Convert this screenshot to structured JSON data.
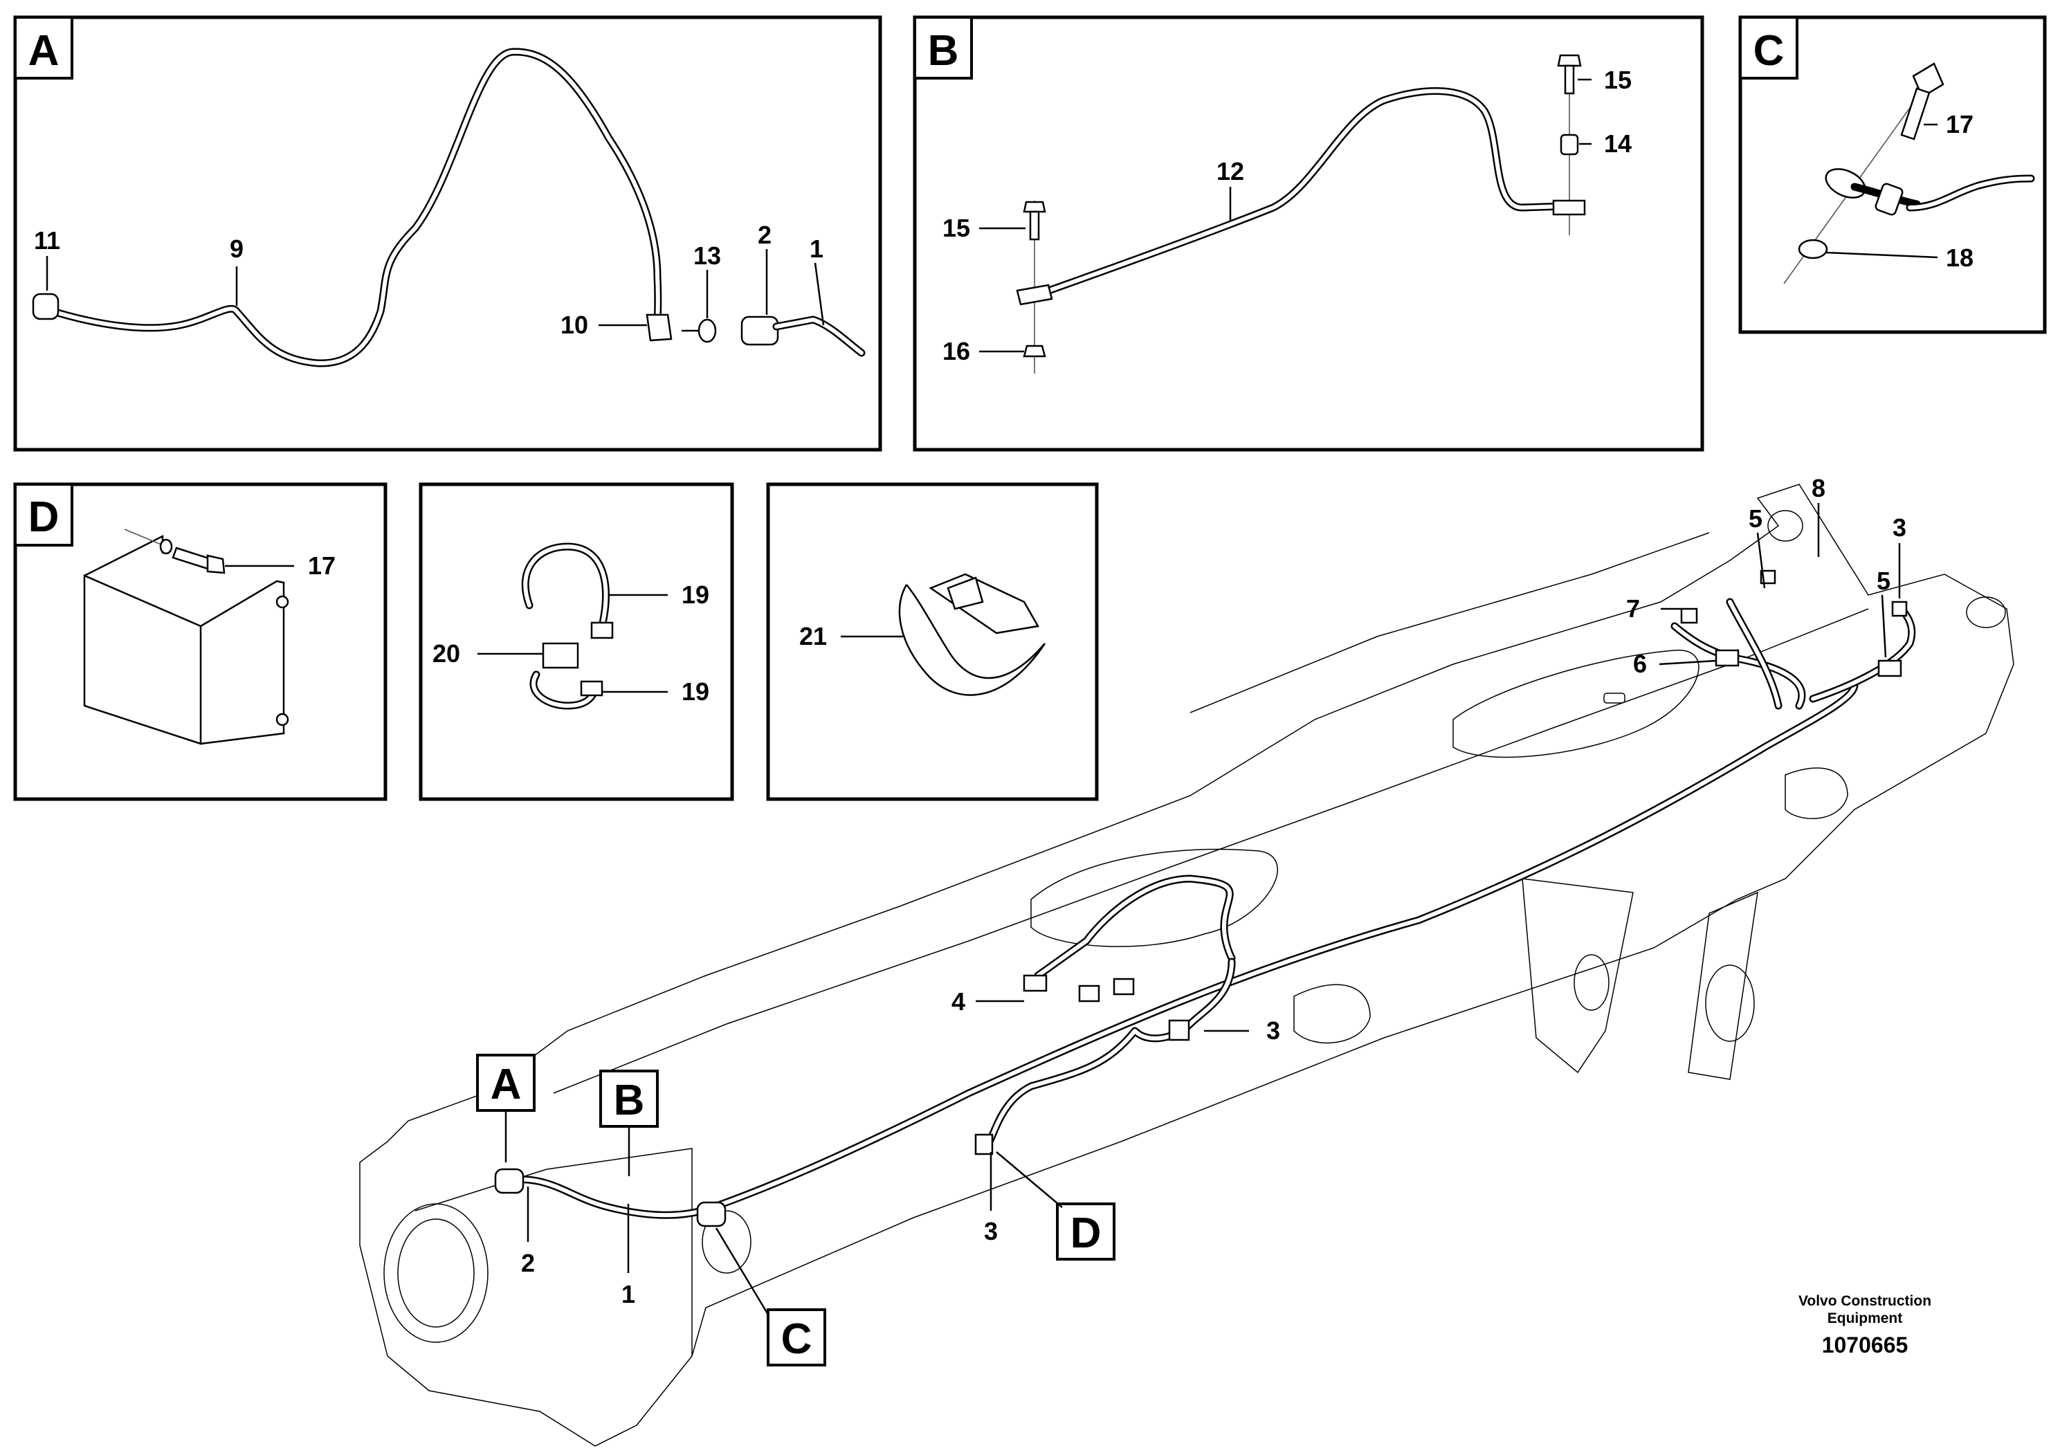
{
  "panels": {
    "A": {
      "letter": "A",
      "callouts": {
        "p11": "11",
        "p9": "9",
        "p13": "13",
        "p2": "2",
        "p1": "1",
        "p10": "10"
      }
    },
    "B": {
      "letter": "B",
      "callouts": {
        "p15a": "15",
        "p14": "14",
        "p12": "12",
        "p15b": "15",
        "p16": "16"
      }
    },
    "C": {
      "letter": "C",
      "callouts": {
        "p17": "17",
        "p18": "18"
      }
    },
    "D": {
      "letter": "D",
      "callouts": {
        "p17": "17"
      }
    },
    "clamps": {
      "callouts": {
        "p19a": "19",
        "p20": "20",
        "p19b": "19"
      }
    },
    "strap": {
      "callouts": {
        "p21": "21"
      }
    }
  },
  "main": {
    "tags": {
      "A": "A",
      "B": "B",
      "C": "C",
      "D": "D"
    },
    "callouts": {
      "p8": "8",
      "p5a": "5",
      "p3a": "3",
      "p7": "7",
      "p5b": "5",
      "p6": "6",
      "p4": "4",
      "p3b": "3",
      "p3c": "3",
      "p2": "2",
      "p1": "1"
    }
  },
  "footer": {
    "company_line1": "Volvo Construction",
    "company_line2": "Equipment",
    "doc_number": "1070665"
  }
}
